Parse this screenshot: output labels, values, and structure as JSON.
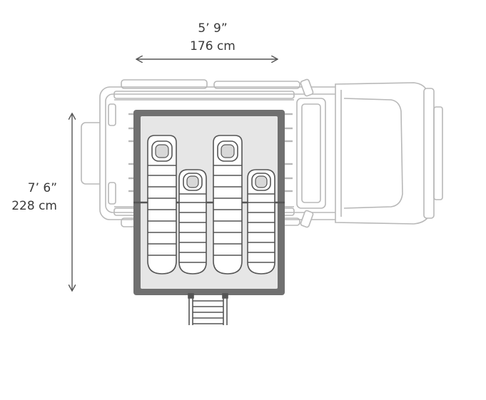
{
  "dimensions": {
    "width_imperial": "5’ 9”",
    "width_metric": "176 cm",
    "length_imperial": "7’ 6”",
    "length_metric": "228 cm"
  },
  "colors": {
    "tent_frame": "#707070",
    "tent_floor": "#e6e6e6",
    "car_outline": "#b8b8b8",
    "arrow": "#555555",
    "text": "#3a3a3a"
  }
}
